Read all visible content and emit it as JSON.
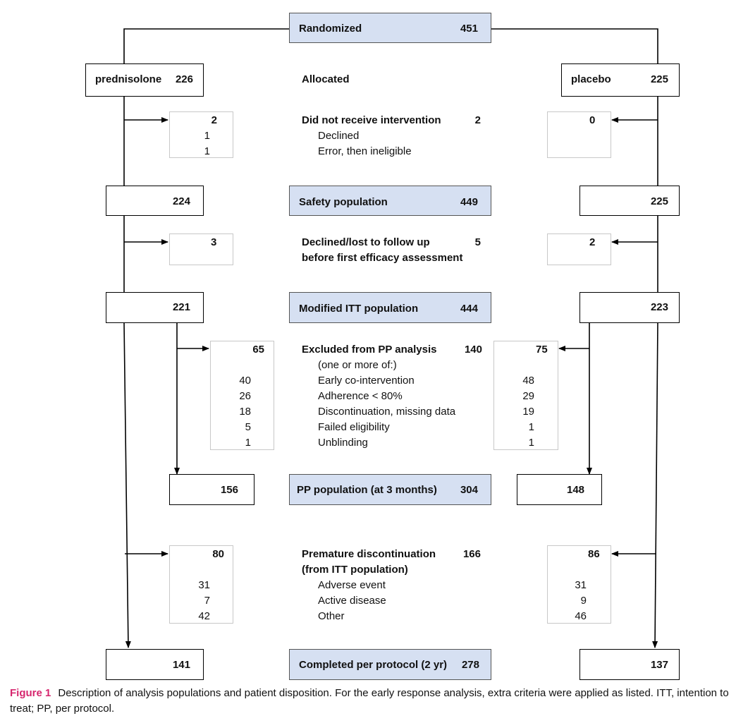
{
  "top": {
    "label": "Randomized",
    "value": "451"
  },
  "arms": {
    "left": {
      "name": "prednisolone",
      "value": "226"
    },
    "right": {
      "name": "placebo",
      "value": "225"
    },
    "allocated_label": "Allocated"
  },
  "no_intervention": {
    "label": "Did not receive intervention",
    "total": "2",
    "reasons": [
      "Declined",
      "Error, then ineligible"
    ],
    "left": {
      "total": "2",
      "values": [
        "1",
        "1"
      ]
    },
    "right": {
      "total": "0"
    }
  },
  "safety": {
    "label": "Safety population",
    "total": "449",
    "left": "224",
    "right": "225"
  },
  "lost": {
    "label_line1": "Declined/lost to follow up",
    "label_line2": "before first efficacy assessment",
    "total": "5",
    "left": "3",
    "right": "2"
  },
  "mitt": {
    "label": "Modified ITT population",
    "total": "444",
    "left": "221",
    "right": "223"
  },
  "excluded": {
    "label": "Excluded from PP analysis",
    "total": "140",
    "sublabel": "(one or more of:)",
    "reasons": [
      "Early co-intervention",
      "Adherence < 80%",
      "Discontinuation, missing data",
      "Failed eligibility",
      "Unblinding"
    ],
    "left": {
      "total": "65",
      "values": [
        "40",
        "26",
        "18",
        "5",
        "1"
      ]
    },
    "right": {
      "total": "75",
      "values": [
        "48",
        "29",
        "19",
        "1",
        "1"
      ]
    }
  },
  "pp": {
    "label": "PP population (at 3 months)",
    "total": "304",
    "left": "156",
    "right": "148"
  },
  "premature": {
    "label_line1": "Premature discontinuation",
    "label_line2": "(from ITT population)",
    "total": "166",
    "reasons": [
      "Adverse event",
      "Active disease",
      "Other"
    ],
    "left": {
      "total": "80",
      "values": [
        "31",
        "7",
        "42"
      ]
    },
    "right": {
      "total": "86",
      "values": [
        "31",
        "9",
        "46"
      ]
    }
  },
  "completed": {
    "label": "Completed per protocol (2 yr)",
    "total": "278",
    "left": "141",
    "right": "137"
  },
  "caption": {
    "label": "Figure 1",
    "text": "Description of analysis populations and patient disposition. For the early response analysis, extra criteria were applied as listed. ITT, intention to treat; PP, per protocol."
  }
}
